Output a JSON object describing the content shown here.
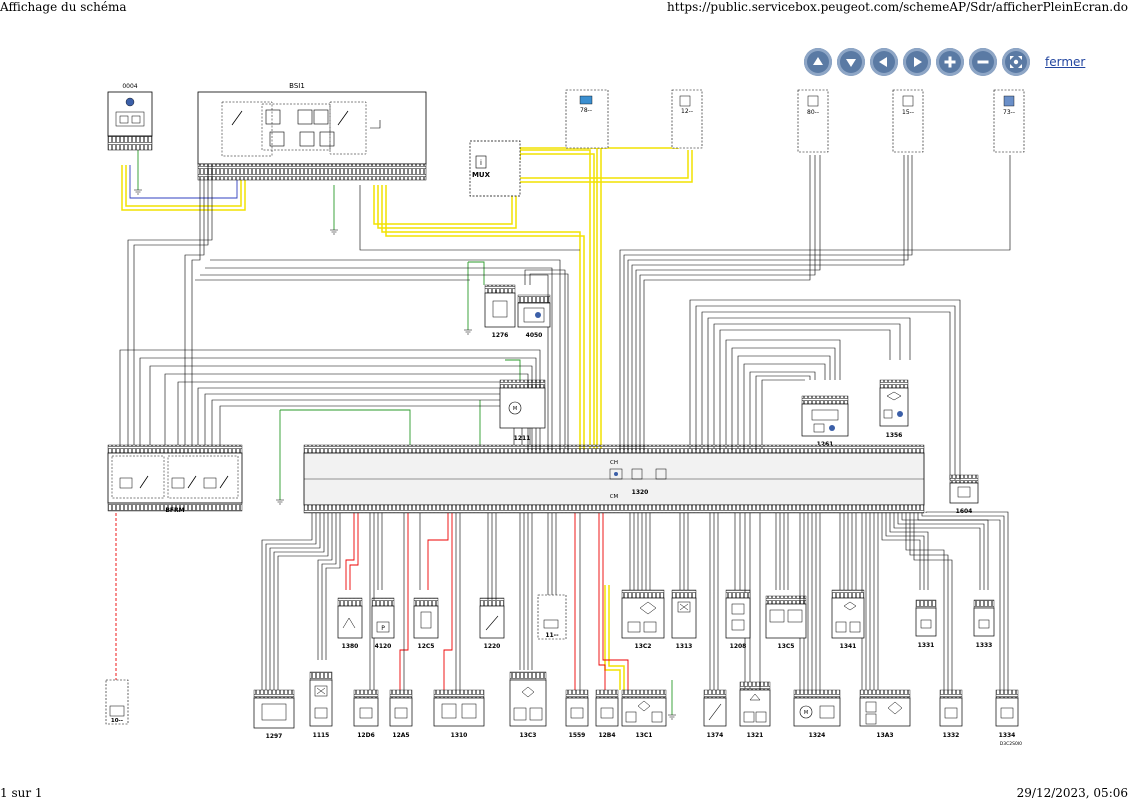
{
  "header": {
    "title": "Affichage du schéma",
    "url": "https://public.servicebox.peugeot.com/schemeAP/Sdr/afficherPleinEcran.do"
  },
  "footer": {
    "page": "1 sur 1",
    "datetime": "29/12/2023, 05:06"
  },
  "nav": {
    "close_label": "fermer"
  },
  "diagram": {
    "ref": "D3C2S0I0",
    "top_components": [
      {
        "id": "c0004",
        "label": "0004"
      },
      {
        "id": "cBSI1",
        "label": "BSI1"
      },
      {
        "id": "cMUX",
        "label": "MUX"
      },
      {
        "id": "c78",
        "label": "78--"
      },
      {
        "id": "c12",
        "label": "12--"
      },
      {
        "id": "c80",
        "label": "80--"
      },
      {
        "id": "c15",
        "label": "15--"
      },
      {
        "id": "c73",
        "label": "73--"
      }
    ],
    "middle_components": [
      {
        "id": "c1276",
        "label": "1276"
      },
      {
        "id": "c4050",
        "label": "4050"
      },
      {
        "id": "c1211",
        "label": "1211"
      },
      {
        "id": "c1261",
        "label": "1261"
      },
      {
        "id": "c1356",
        "label": "1356"
      },
      {
        "id": "c1604",
        "label": "1604"
      },
      {
        "id": "cBFRM",
        "label": "BFRM"
      },
      {
        "id": "c1320",
        "label": "1320"
      },
      {
        "id": "cCH",
        "label": "CH"
      },
      {
        "id": "cCM",
        "label": "CM"
      }
    ],
    "bottom_components": [
      {
        "id": "c1380",
        "label": "1380"
      },
      {
        "id": "c4120",
        "label": "4120"
      },
      {
        "id": "c12C5",
        "label": "12C5"
      },
      {
        "id": "c1220",
        "label": "1220"
      },
      {
        "id": "c11",
        "label": "11--"
      },
      {
        "id": "c13C2",
        "label": "13C2"
      },
      {
        "id": "c1313",
        "label": "1313"
      },
      {
        "id": "c1208",
        "label": "1208"
      },
      {
        "id": "c13C5",
        "label": "13C5"
      },
      {
        "id": "c1341",
        "label": "1341"
      },
      {
        "id": "c1331",
        "label": "1331"
      },
      {
        "id": "c1333",
        "label": "1333"
      },
      {
        "id": "c10",
        "label": "10--"
      },
      {
        "id": "c1297",
        "label": "1297"
      },
      {
        "id": "c1115",
        "label": "1115"
      },
      {
        "id": "c12D6",
        "label": "12D6"
      },
      {
        "id": "c12A5",
        "label": "12A5"
      },
      {
        "id": "c1310",
        "label": "1310"
      },
      {
        "id": "c13C3",
        "label": "13C3"
      },
      {
        "id": "c1559",
        "label": "1559"
      },
      {
        "id": "c12B4",
        "label": "12B4"
      },
      {
        "id": "c13C1",
        "label": "13C1"
      },
      {
        "id": "c1374",
        "label": "1374"
      },
      {
        "id": "c1321",
        "label": "1321"
      },
      {
        "id": "c1324",
        "label": "1324"
      },
      {
        "id": "c13A3",
        "label": "13A3"
      },
      {
        "id": "c1332",
        "label": "1332"
      },
      {
        "id": "c1334",
        "label": "1334"
      }
    ]
  }
}
